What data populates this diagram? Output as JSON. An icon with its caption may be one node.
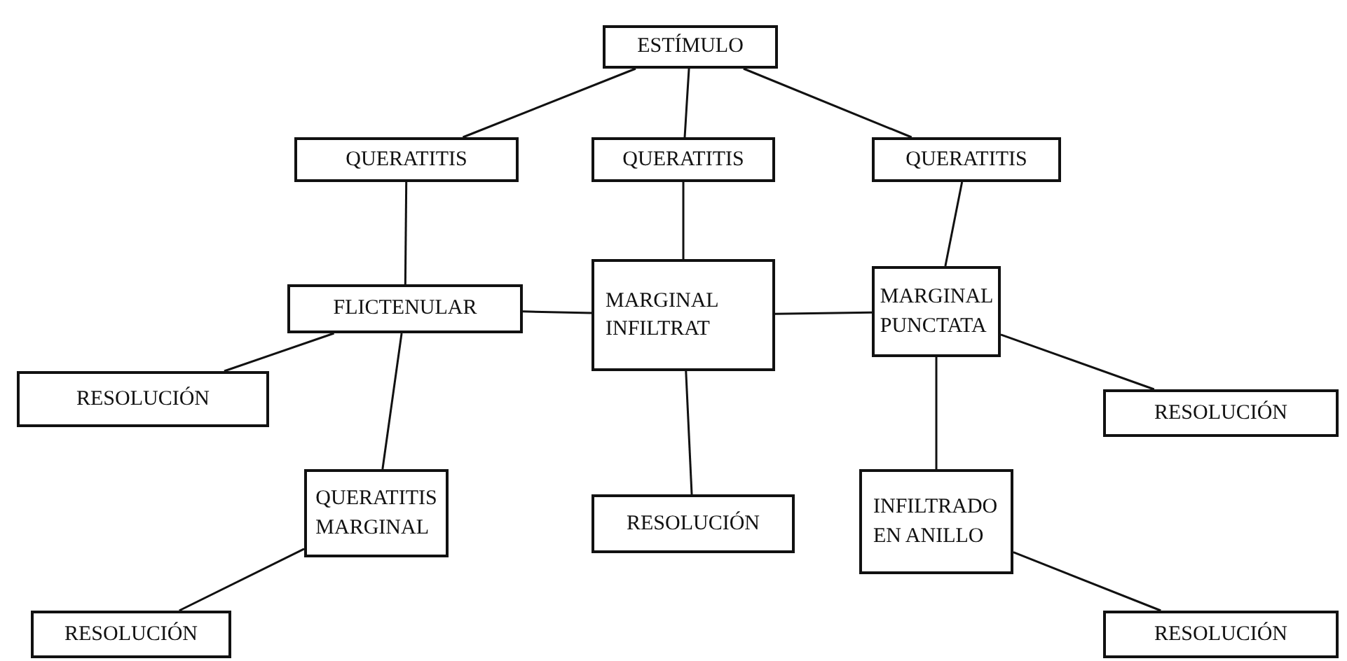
{
  "diagram": {
    "nodes": [
      {
        "text": [
          "ESTÍMULO"
        ]
      },
      {
        "text": [
          "QUERATITIS"
        ]
      },
      {
        "text": [
          "QUERATITIS"
        ]
      },
      {
        "text": [
          "QUERATITIS"
        ]
      },
      {
        "text": [
          "FLICTENULAR"
        ]
      },
      {
        "text": [
          "MARGINAL INFILTRAT"
        ]
      },
      {
        "text": [
          "MARGINAL PUNCTATA"
        ]
      },
      {
        "text": [
          "RESOLUCIÓN"
        ]
      },
      {
        "text": [
          "RESOLUCIÓN"
        ]
      },
      {
        "text": [
          "QUERATITIS MARGINAL"
        ]
      },
      {
        "text": [
          "RESOLUCIÓN"
        ]
      },
      {
        "text": [
          "INFILTRADO EN ANILLO"
        ]
      },
      {
        "text": [
          "RESOLUCIÓN"
        ]
      },
      {
        "text": [
          "RESOLUCIÓN"
        ]
      }
    ],
    "edges": [
      {
        "from": 0,
        "to": 1,
        "arrow": "none"
      },
      {
        "from": 0,
        "to": 2,
        "arrow": "none"
      },
      {
        "from": 0,
        "to": 3,
        "arrow": "none"
      },
      {
        "from": 1,
        "to": 4,
        "arrow": "none"
      },
      {
        "from": 2,
        "to": 5,
        "arrow": "none"
      },
      {
        "from": 3,
        "to": 6,
        "arrow": "none"
      },
      {
        "from": 4,
        "to": 5,
        "arrow": "none"
      },
      {
        "from": 5,
        "to": 6,
        "arrow": "none"
      },
      {
        "from": 4,
        "to": 7,
        "arrow": "none"
      },
      {
        "from": 4,
        "to": 9,
        "arrow": "none"
      },
      {
        "from": 5,
        "to": 10,
        "arrow": "none"
      },
      {
        "from": 6,
        "to": 8,
        "arrow": "none"
      },
      {
        "from": 6,
        "to": 11,
        "arrow": "none"
      },
      {
        "from": 9,
        "to": 12,
        "arrow": "none"
      },
      {
        "from": 11,
        "to": 13,
        "arrow": "none"
      }
    ]
  }
}
